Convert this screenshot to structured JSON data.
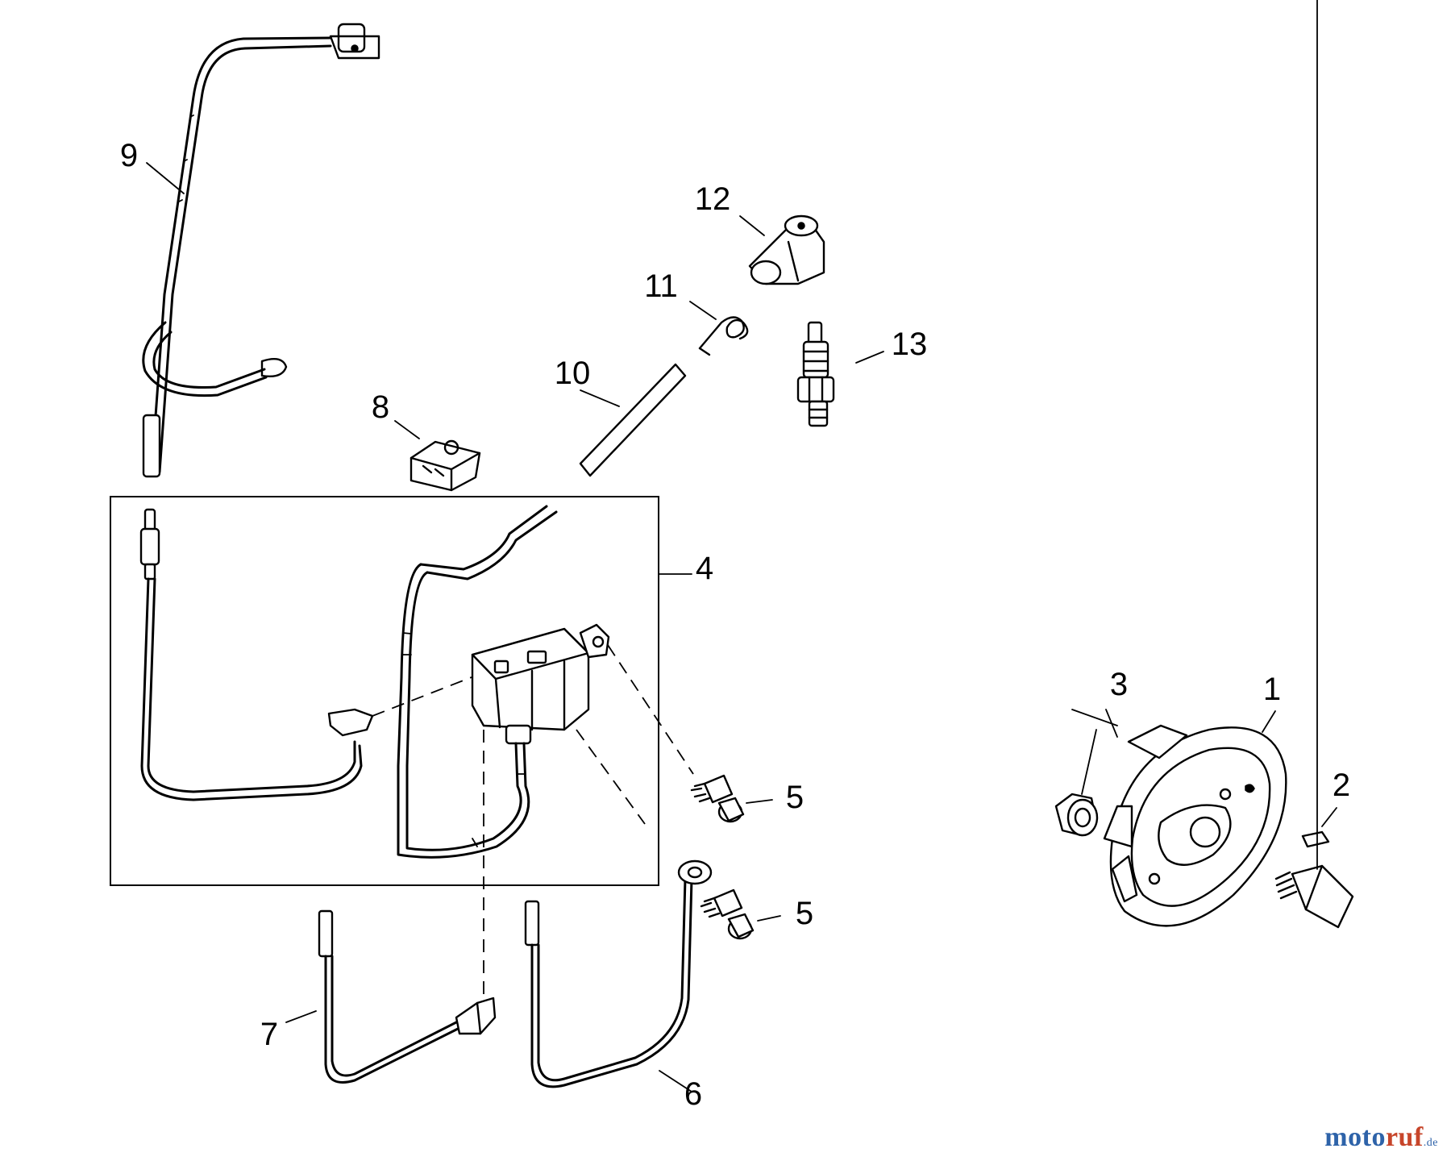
{
  "diagram": {
    "callouts": [
      "1",
      "2",
      "3",
      "4",
      "5",
      "5",
      "6",
      "7",
      "8",
      "9",
      "10",
      "11",
      "12",
      "13"
    ]
  },
  "watermark": {
    "part1": "moto",
    "part2": "ruf",
    "part3": ".de",
    "colors": {
      "blue": "#2e63a9",
      "red": "#c7452a"
    }
  }
}
